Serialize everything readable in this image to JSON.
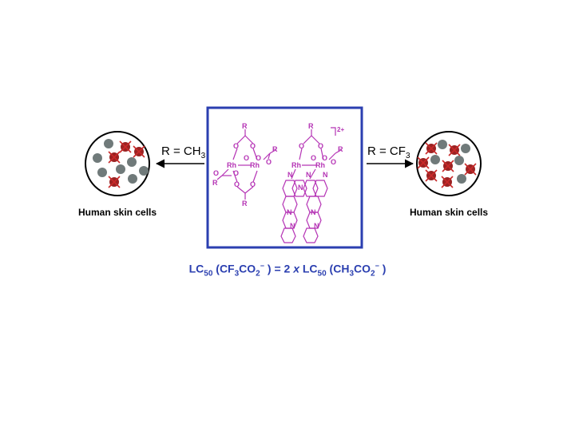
{
  "left_panel": {
    "caption": "Human skin cells",
    "r_label": "R = CH",
    "r_sub": "3",
    "cells": [
      {
        "dead": false
      },
      {
        "dead": true
      },
      {
        "dead": false
      },
      {
        "dead": true
      },
      {
        "dead": true
      },
      {
        "dead": false
      },
      {
        "dead": false
      },
      {
        "dead": false
      },
      {
        "dead": false
      },
      {
        "dead": true
      },
      {
        "dead": false
      }
    ]
  },
  "right_panel": {
    "caption": "Human skin cells",
    "r_label": "R = CF",
    "r_sub": "3",
    "cells": [
      {
        "dead": true
      },
      {
        "dead": false
      },
      {
        "dead": true
      },
      {
        "dead": false
      },
      {
        "dead": true
      },
      {
        "dead": false
      },
      {
        "dead": true
      },
      {
        "dead": false
      },
      {
        "dead": true
      },
      {
        "dead": true
      },
      {
        "dead": true
      },
      {
        "dead": false
      }
    ]
  },
  "molecule": {
    "atoms": {
      "rh": "Rh",
      "o": "O",
      "r": "R",
      "n": "N"
    },
    "charge": "2+"
  },
  "formula": {
    "p1": "LC",
    "s1": "50",
    "p2": " (CF",
    "s2": "3",
    "p3": "CO",
    "s3": "2",
    "p4": "−",
    "p5": " ) = 2 ",
    "p6": "x",
    "p7": " LC",
    "s4": "50",
    "p8": " (CH",
    "s5": "3",
    "p9": "CO",
    "s6": "2",
    "p10": "−",
    "p11": " )"
  },
  "colors": {
    "box_border": "#2b3fb0",
    "molecule": "#b534b5",
    "cell_live": "#707a7a",
    "cell_dead_fill": "#9b2323",
    "cell_dead_x": "#c92a2a",
    "formula_text": "#2b3fb0"
  }
}
